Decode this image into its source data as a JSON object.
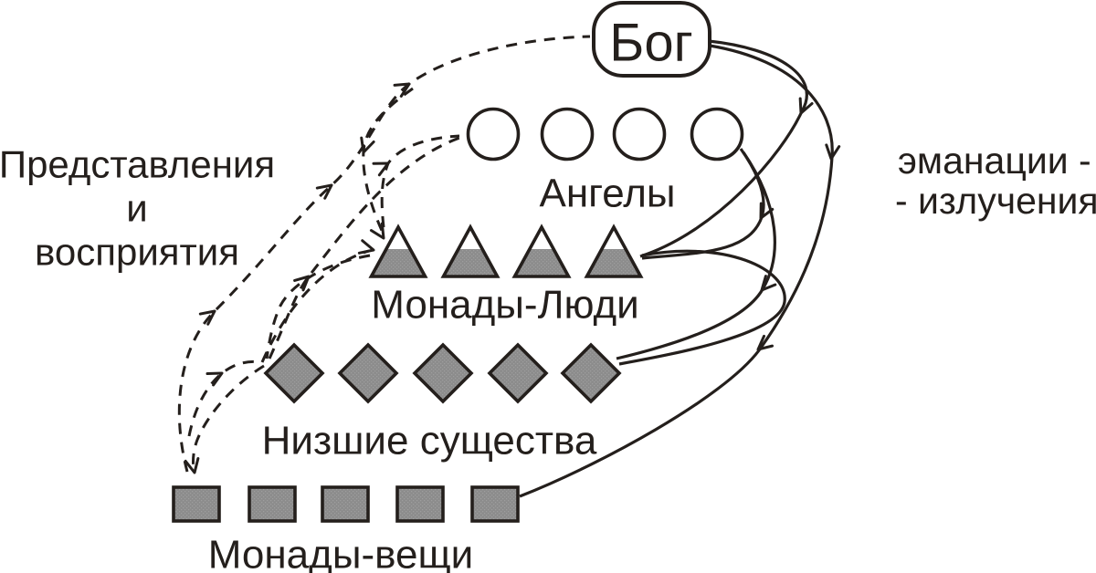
{
  "diagram": {
    "god": {
      "label": "Бог"
    },
    "levels": [
      {
        "id": "angels",
        "label": "Ангелы",
        "shape": "circle",
        "count": 4
      },
      {
        "id": "monad-people",
        "label": "Монады-Люди",
        "shape": "triangle",
        "count": 4
      },
      {
        "id": "lower-beings",
        "label": "Низшие существа",
        "shape": "diamond",
        "count": 5
      },
      {
        "id": "monad-things",
        "label": "Монады-вещи",
        "shape": "rect",
        "count": 5
      }
    ],
    "left_label": {
      "line1": "Представления",
      "line2": "и",
      "line3": "восприятия"
    },
    "right_label": {
      "line1": "эманации -",
      "line2": "- излучения"
    },
    "emanations_solid": [
      {
        "from": "Бог",
        "to": "Монады-Люди"
      },
      {
        "from": "Бог",
        "to": "Монады-вещи"
      },
      {
        "from": "Ангелы",
        "to": "Монады-Люди"
      },
      {
        "from": "Ангелы",
        "to": "Низшие существа"
      },
      {
        "from": "Монады-Люди",
        "to": "Низшие существа"
      }
    ],
    "perceptions_dashed": [
      {
        "from": "Монады-вещи",
        "to": "Бог"
      },
      {
        "from": "Низшие существа",
        "to": "Ангелы"
      },
      {
        "from": "Низшие существа",
        "to": "Монады-Люди"
      },
      {
        "from": "Монады-Люди",
        "to": "Ангелы"
      },
      {
        "from": "Бог",
        "to": "Монады-Люди"
      },
      {
        "from": "Монады-Люди",
        "to": "Низшие существа"
      },
      {
        "from": "Монады-вещи",
        "to": "Низшие существа"
      },
      {
        "from": "Низшие существа",
        "to": "Монады-вещи"
      }
    ],
    "colors": {
      "ink": "#241f1c",
      "shape_fill": "#8c8c8c",
      "shape_fill_dot": "#9e9e9e",
      "background": "#ffffff"
    }
  }
}
